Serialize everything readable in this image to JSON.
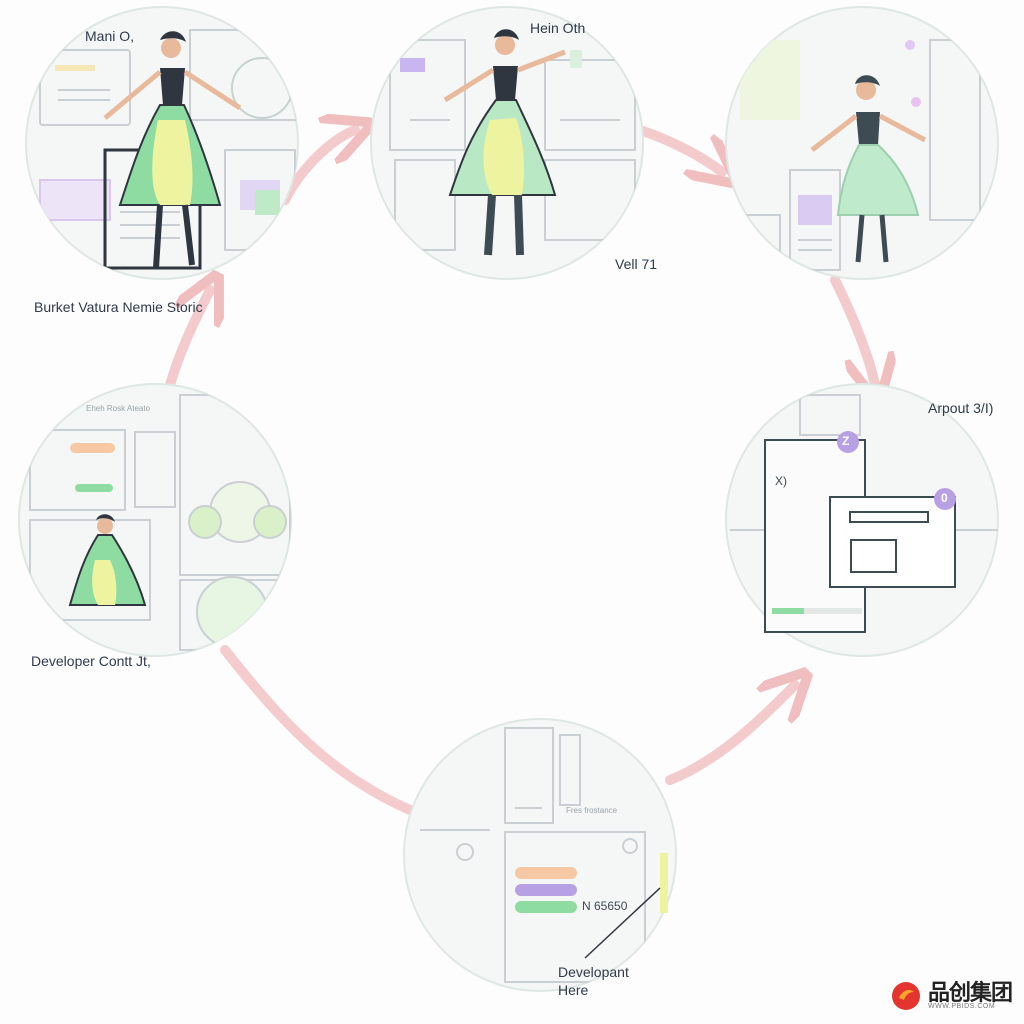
{
  "nodes": [
    {
      "id": "top-left",
      "label": "Mani O,",
      "caption": "Burket Vatura Nemie Storic"
    },
    {
      "id": "top-middle",
      "label": "Hein Oth",
      "caption": "Vell 71"
    },
    {
      "id": "top-right",
      "label": "",
      "caption": ""
    },
    {
      "id": "middle-right",
      "label": "Arpout 3/I)",
      "badges": [
        "Z",
        "0"
      ]
    },
    {
      "id": "bottom-middle",
      "label": "Developant\nHere",
      "note": "N 65650",
      "small_text": "Fres frostance"
    },
    {
      "id": "middle-left",
      "label": "Developer Contt Jt,",
      "small_text": "Eheh Rosk Ateato"
    }
  ],
  "colors": {
    "arrow": "#f3c3c4",
    "node_fill": "#f4f7f6",
    "node_stroke": "#dfe7e3",
    "green": "#8fdca3",
    "purple": "#b7a1e4",
    "orange": "#f6c9a4",
    "dark": "#2f3640",
    "yellow": "#eef3a0"
  },
  "watermark": {
    "text": "品创集团",
    "url": "WWW.PBIDS.COM"
  }
}
